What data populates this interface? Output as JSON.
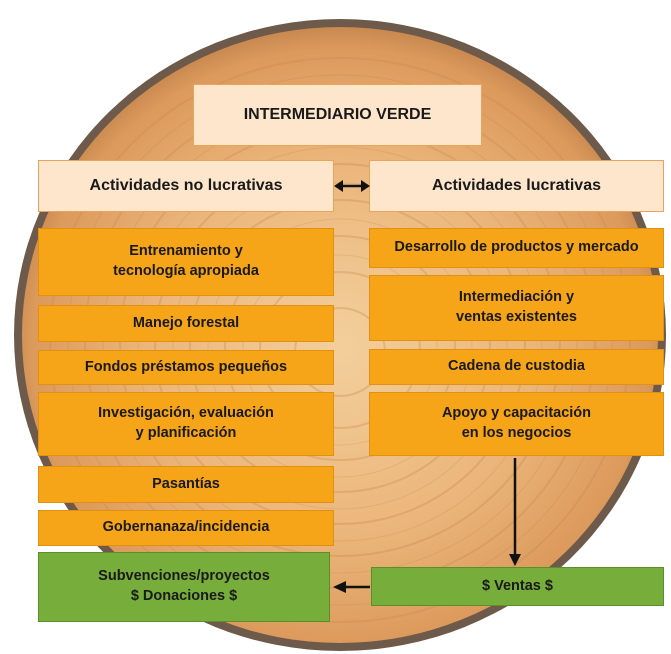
{
  "title": "INTERMEDIARIO VERDE",
  "left_column": {
    "header": "Actividades no lucrativas",
    "items": [
      {
        "line1": "Entrenamiento y",
        "line2": "tecnología apropiada"
      },
      {
        "line1": "Manejo forestal"
      },
      {
        "line1": "Fondos préstamos pequeños"
      },
      {
        "line1": "Investigación, evaluación",
        "line2": "y planificación"
      },
      {
        "line1": "Pasantías"
      },
      {
        "line1": "Gobernanaza/incidencia"
      }
    ],
    "funding": {
      "line1": "Subvenciones/proyectos",
      "line2": "$ Donaciones $"
    }
  },
  "right_column": {
    "header": "Actividades lucrativas",
    "items": [
      {
        "line1": "Desarrollo de productos y mercado"
      },
      {
        "line1": "Intermediación y",
        "line2": "ventas existentes"
      },
      {
        "line1": "Cadena de custodia"
      },
      {
        "line1": "Apoyo y capacitación",
        "line2": "en los negocios"
      }
    ],
    "sales": "$ Ventas $"
  },
  "colors": {
    "header_fill": "#fde6cc",
    "activity_fill": "#f6a418",
    "funding_fill": "#77ad3b",
    "background_wood": "#e9b27a"
  }
}
